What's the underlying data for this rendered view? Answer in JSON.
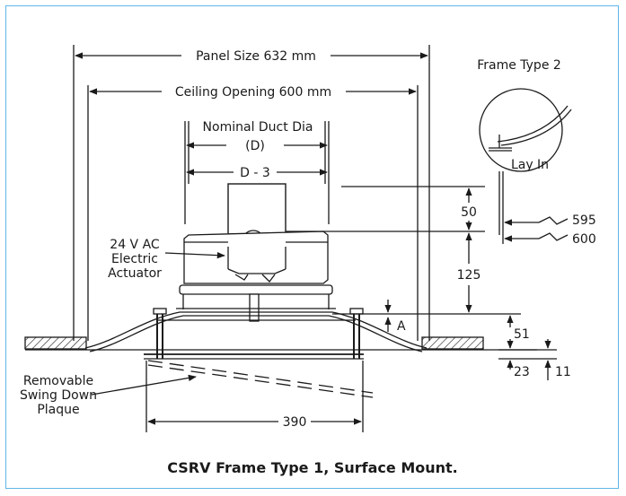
{
  "diagram": {
    "labels": {
      "panel_size": "Panel Size 632 mm",
      "ceiling_opening": "Ceiling Opening 600 mm",
      "nominal_duct_dia": "Nominal Duct Dia",
      "d_paren": "(D)",
      "d_minus_3": "D - 3",
      "actuator_line1": "24 V AC",
      "actuator_line2": "Electric",
      "actuator_line3": "Actuator",
      "dim_50": "50",
      "dim_125": "125",
      "dim_595": "595",
      "dim_600": "600",
      "dim_a": "A",
      "dim_51": "51",
      "dim_23": "23",
      "dim_11": "11",
      "dim_390": "390",
      "plaque_line1": "Removable",
      "plaque_line2": "Swing Down",
      "plaque_line3": "Plaque",
      "frame_type_2": "Frame Type 2",
      "lay_in": "Lay In"
    },
    "caption": "CSRV Frame Type 1, Surface Mount."
  },
  "colors": {
    "border": "#5fb6e6",
    "line": "#1a1a1a"
  }
}
